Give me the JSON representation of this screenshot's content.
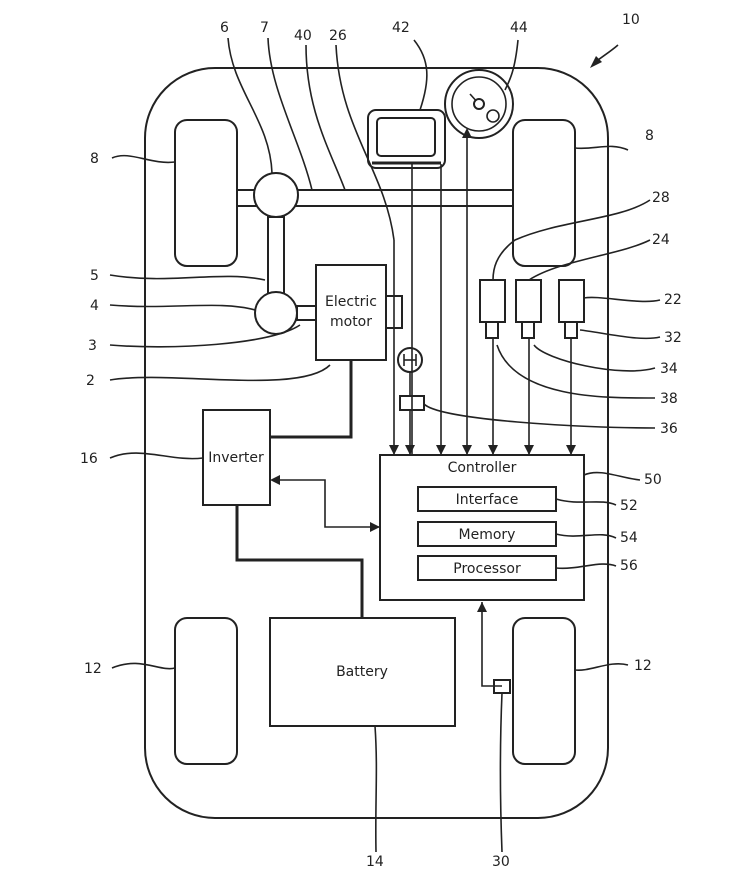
{
  "figure_ref": "10",
  "components": {
    "electric_motor": [
      "Electric",
      "motor"
    ],
    "inverter": "Inverter",
    "controller": "Controller",
    "interface": "Interface",
    "memory": "Memory",
    "processor": "Processor",
    "battery": "Battery"
  },
  "reference_numerals": {
    "r8_left": "8",
    "r8_right": "8",
    "r6": "6",
    "r7": "7",
    "r40": "40",
    "r26": "26",
    "r42": "42",
    "r44": "44",
    "r28": "28",
    "r24": "24",
    "r22": "22",
    "r32": "32",
    "r34": "34",
    "r38": "38",
    "r36": "36",
    "r5": "5",
    "r4": "4",
    "r3": "3",
    "r2": "2",
    "r16": "16",
    "r50": "50",
    "r52": "52",
    "r54": "54",
    "r56": "56",
    "r12_left": "12",
    "r12_right": "12",
    "r14": "14",
    "r30": "30"
  }
}
